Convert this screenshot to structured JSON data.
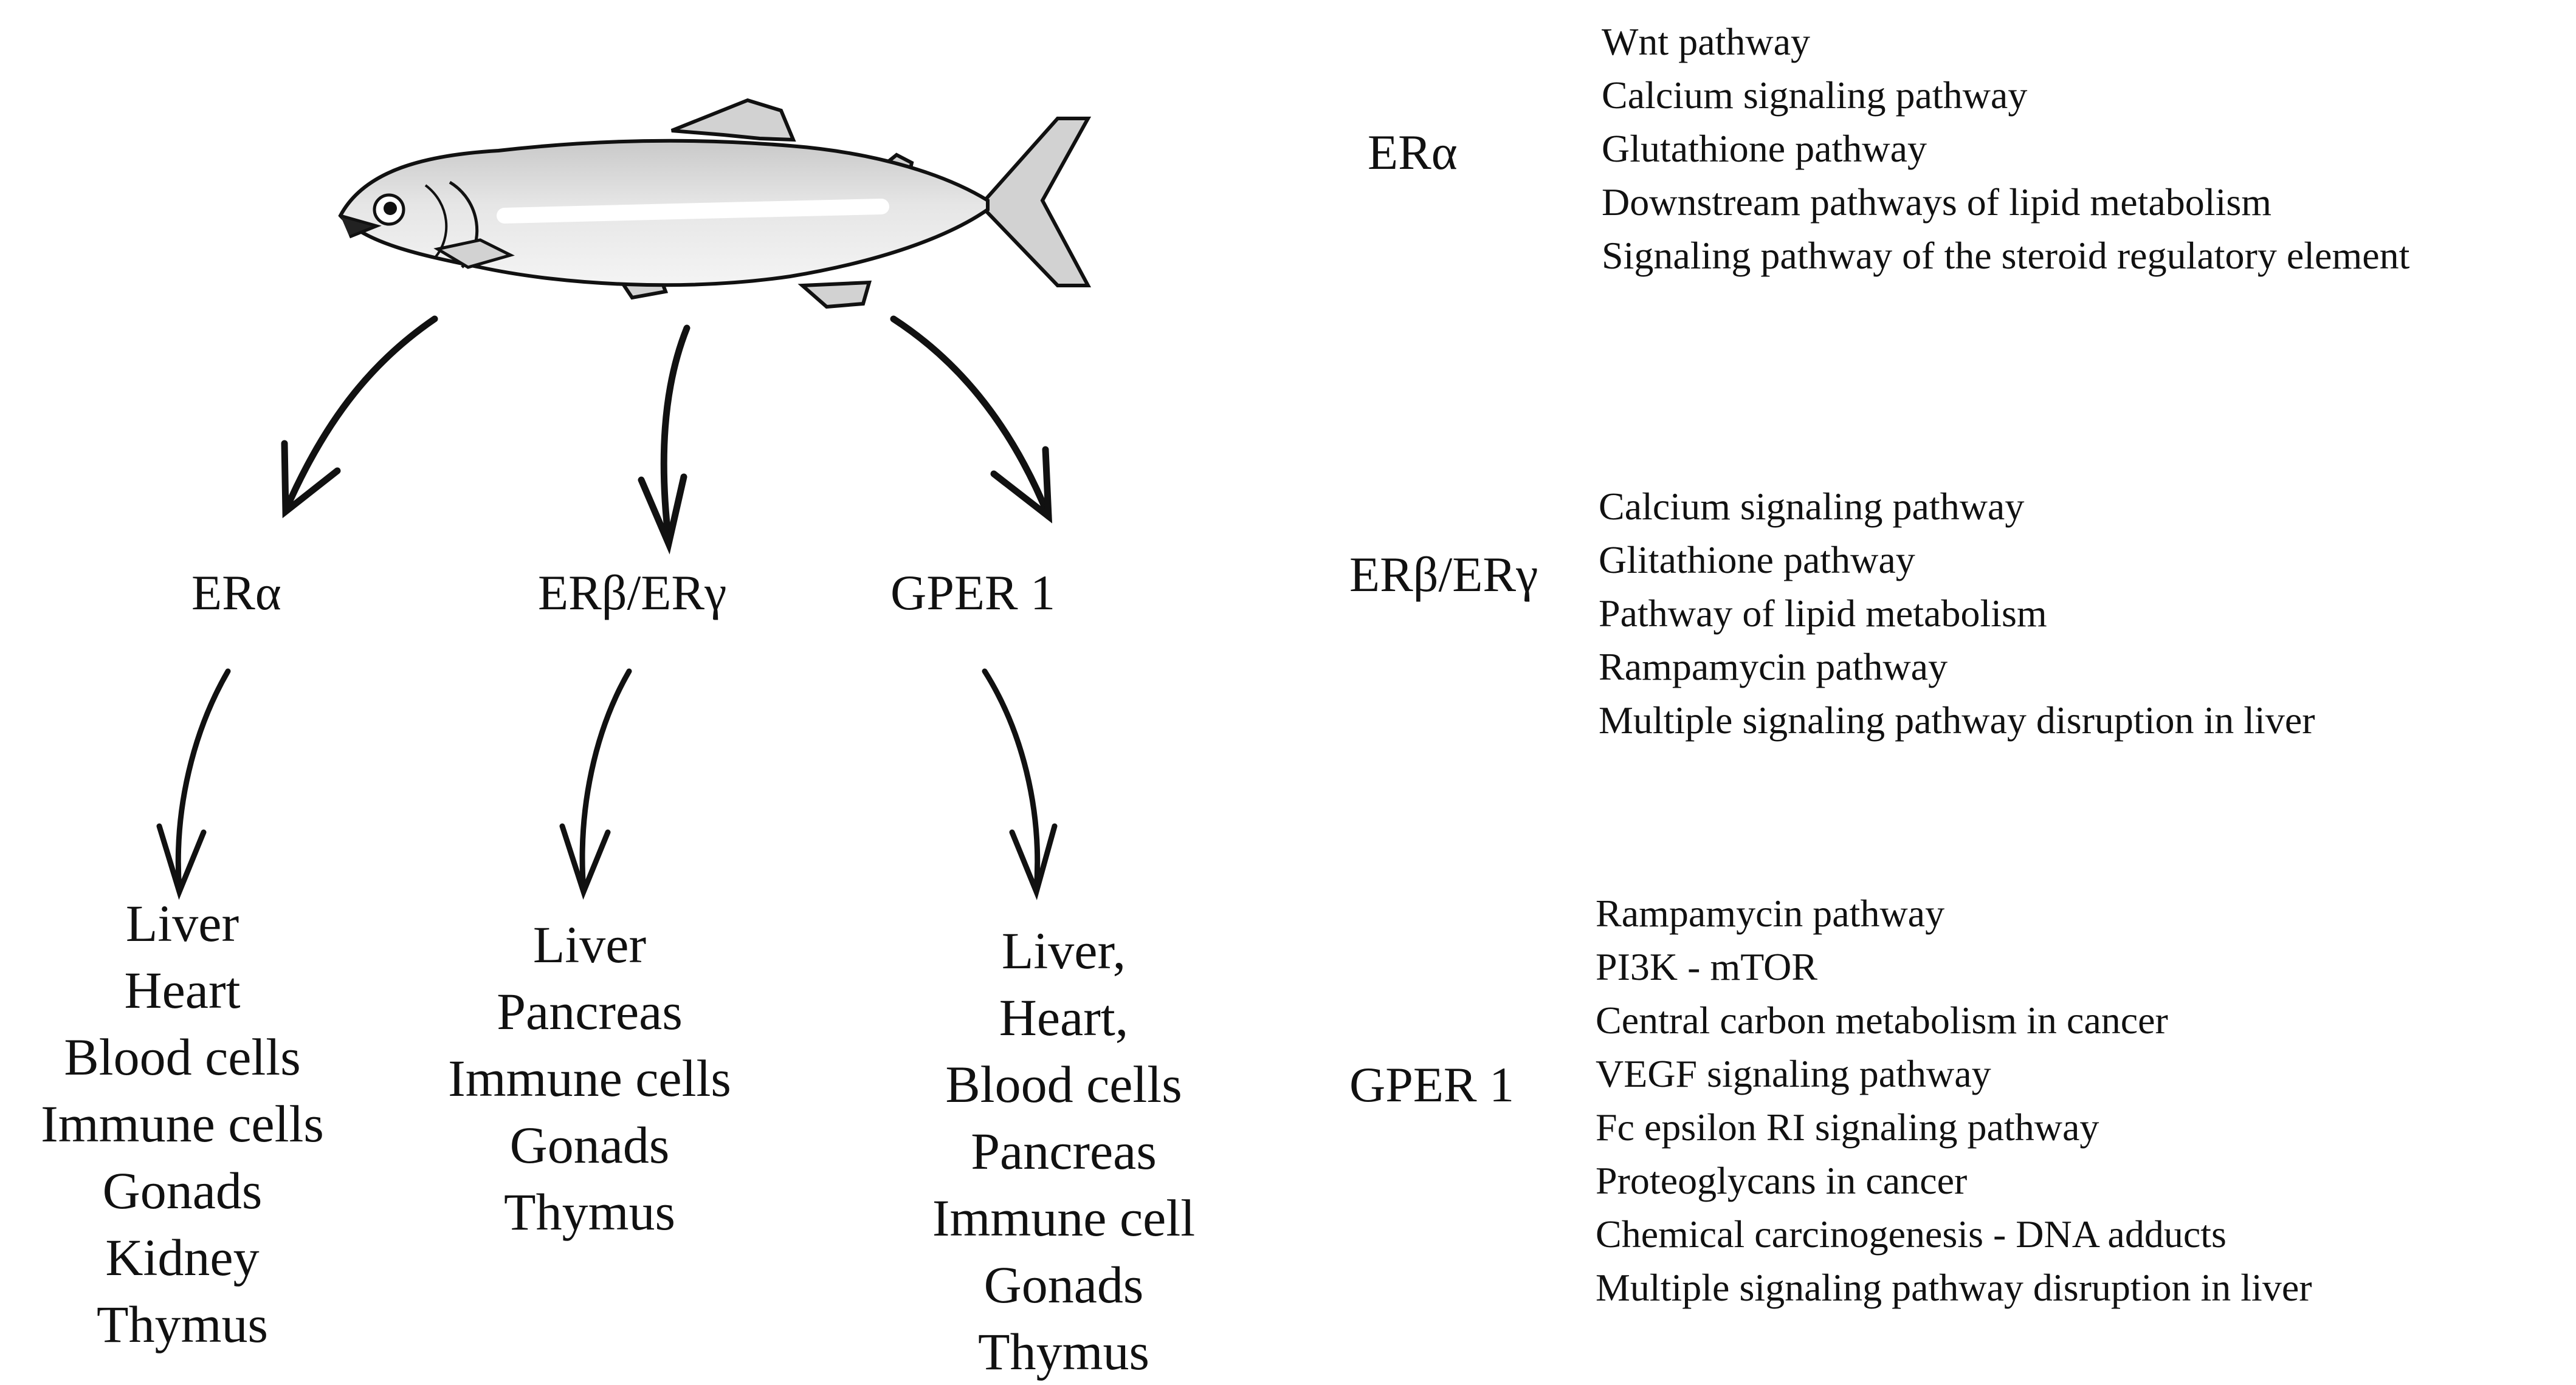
{
  "receptors": {
    "era": "ERα",
    "erb": "ERβ/ERγ",
    "gper": "GPER 1"
  },
  "tissues": {
    "era": [
      "Liver",
      "Heart",
      "Blood cells",
      "Immune cells",
      "Gonads",
      "Kidney",
      "Thymus"
    ],
    "erb": [
      "Liver",
      "Pancreas",
      "Immune cells",
      "Gonads",
      "Thymus"
    ],
    "gper": [
      "Liver,",
      "Heart,",
      "Blood cells",
      "Pancreas",
      "Immune cell",
      "Gonads",
      "Thymus"
    ]
  },
  "pathways": {
    "era": {
      "label": "ERα",
      "items": [
        "Wnt pathway",
        "Calcium signaling pathway",
        "Glutathione pathway",
        "Downstream pathways of lipid metabolism",
        "Signaling pathway of the steroid regulatory element"
      ]
    },
    "erb": {
      "label": "ERβ/ERγ",
      "items": [
        "Calcium signaling pathway",
        "Glitathione pathway",
        "Pathway of lipid metabolism",
        "Rampamycin pathway",
        "Multiple signaling pathway disruption in liver"
      ]
    },
    "gper": {
      "label": "GPER 1",
      "items": [
        "Rampamycin pathway",
        "PI3K - mTOR",
        "Central carbon metabolism in cancer",
        "VEGF signaling pathway",
        "Fc epsilon RI signaling pathway",
        "Proteoglycans in cancer",
        "Chemical carcinogenesis - DNA adducts",
        "Multiple signaling pathway disruption in liver"
      ]
    }
  },
  "icons": {
    "fish": "trout-fish-illustration",
    "arrow": "curved-arrow-icon"
  }
}
